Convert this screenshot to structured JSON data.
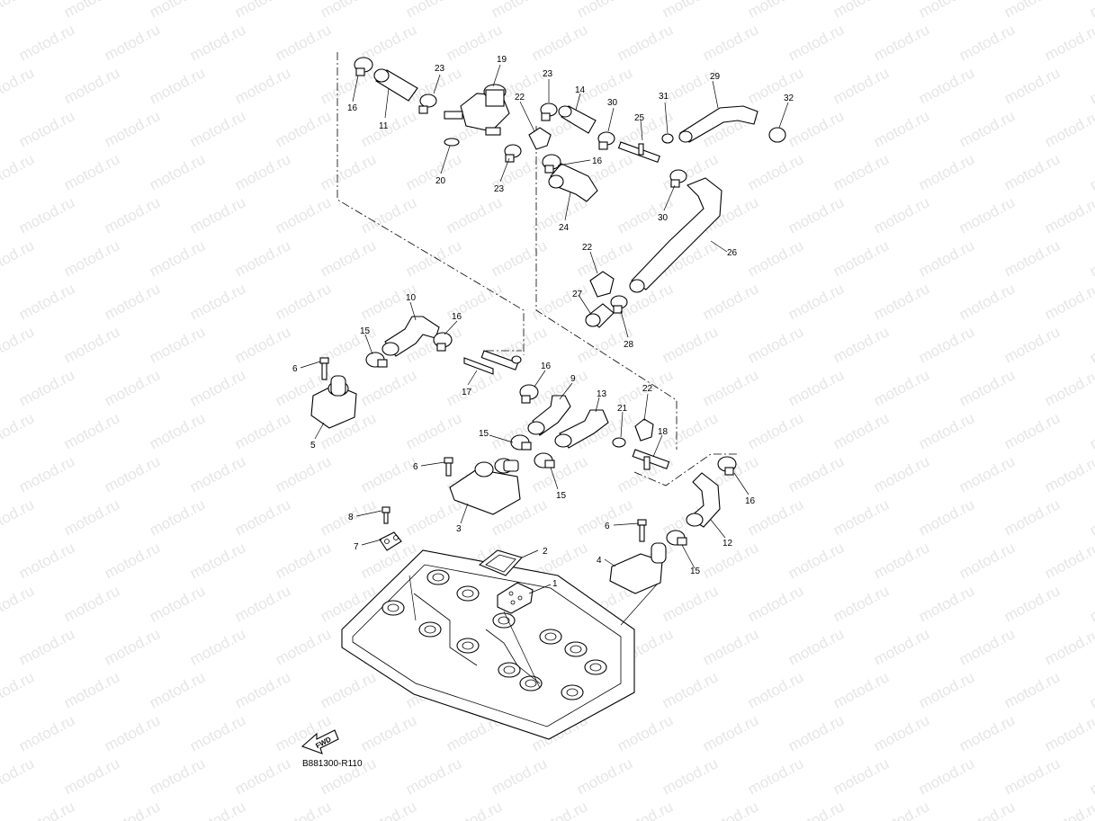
{
  "watermark": {
    "text": "motod.ru"
  },
  "drawing_code": "B881300-R110",
  "fwd_label": "FWD",
  "callouts": [
    {
      "id": "c1",
      "label": "1"
    },
    {
      "id": "c2",
      "label": "2"
    },
    {
      "id": "c3",
      "label": "3"
    },
    {
      "id": "c4",
      "label": "4"
    },
    {
      "id": "c5",
      "label": "5"
    },
    {
      "id": "c6a",
      "label": "6"
    },
    {
      "id": "c6b",
      "label": "6"
    },
    {
      "id": "c6c",
      "label": "6"
    },
    {
      "id": "c7",
      "label": "7"
    },
    {
      "id": "c8",
      "label": "8"
    },
    {
      "id": "c9",
      "label": "9"
    },
    {
      "id": "c10",
      "label": "10"
    },
    {
      "id": "c11",
      "label": "11"
    },
    {
      "id": "c12",
      "label": "12"
    },
    {
      "id": "c13",
      "label": "13"
    },
    {
      "id": "c14",
      "label": "14"
    },
    {
      "id": "c15a",
      "label": "15"
    },
    {
      "id": "c15b",
      "label": "15"
    },
    {
      "id": "c15c",
      "label": "15"
    },
    {
      "id": "c15d",
      "label": "15"
    },
    {
      "id": "c16a",
      "label": "16"
    },
    {
      "id": "c16b",
      "label": "16"
    },
    {
      "id": "c16c",
      "label": "16"
    },
    {
      "id": "c16d",
      "label": "16"
    },
    {
      "id": "c16e",
      "label": "16"
    },
    {
      "id": "c17",
      "label": "17"
    },
    {
      "id": "c18",
      "label": "18"
    },
    {
      "id": "c19",
      "label": "19"
    },
    {
      "id": "c20",
      "label": "20"
    },
    {
      "id": "c21",
      "label": "21"
    },
    {
      "id": "c22a",
      "label": "22"
    },
    {
      "id": "c22b",
      "label": "22"
    },
    {
      "id": "c22c",
      "label": "22"
    },
    {
      "id": "c23a",
      "label": "23"
    },
    {
      "id": "c23b",
      "label": "23"
    },
    {
      "id": "c23c",
      "label": "23"
    },
    {
      "id": "c24",
      "label": "24"
    },
    {
      "id": "c25",
      "label": "25"
    },
    {
      "id": "c26",
      "label": "26"
    },
    {
      "id": "c27",
      "label": "27"
    },
    {
      "id": "c28",
      "label": "28"
    },
    {
      "id": "c29",
      "label": "29"
    },
    {
      "id": "c30a",
      "label": "30"
    },
    {
      "id": "c30b",
      "label": "30"
    },
    {
      "id": "c31",
      "label": "31"
    },
    {
      "id": "c32",
      "label": "32"
    }
  ]
}
